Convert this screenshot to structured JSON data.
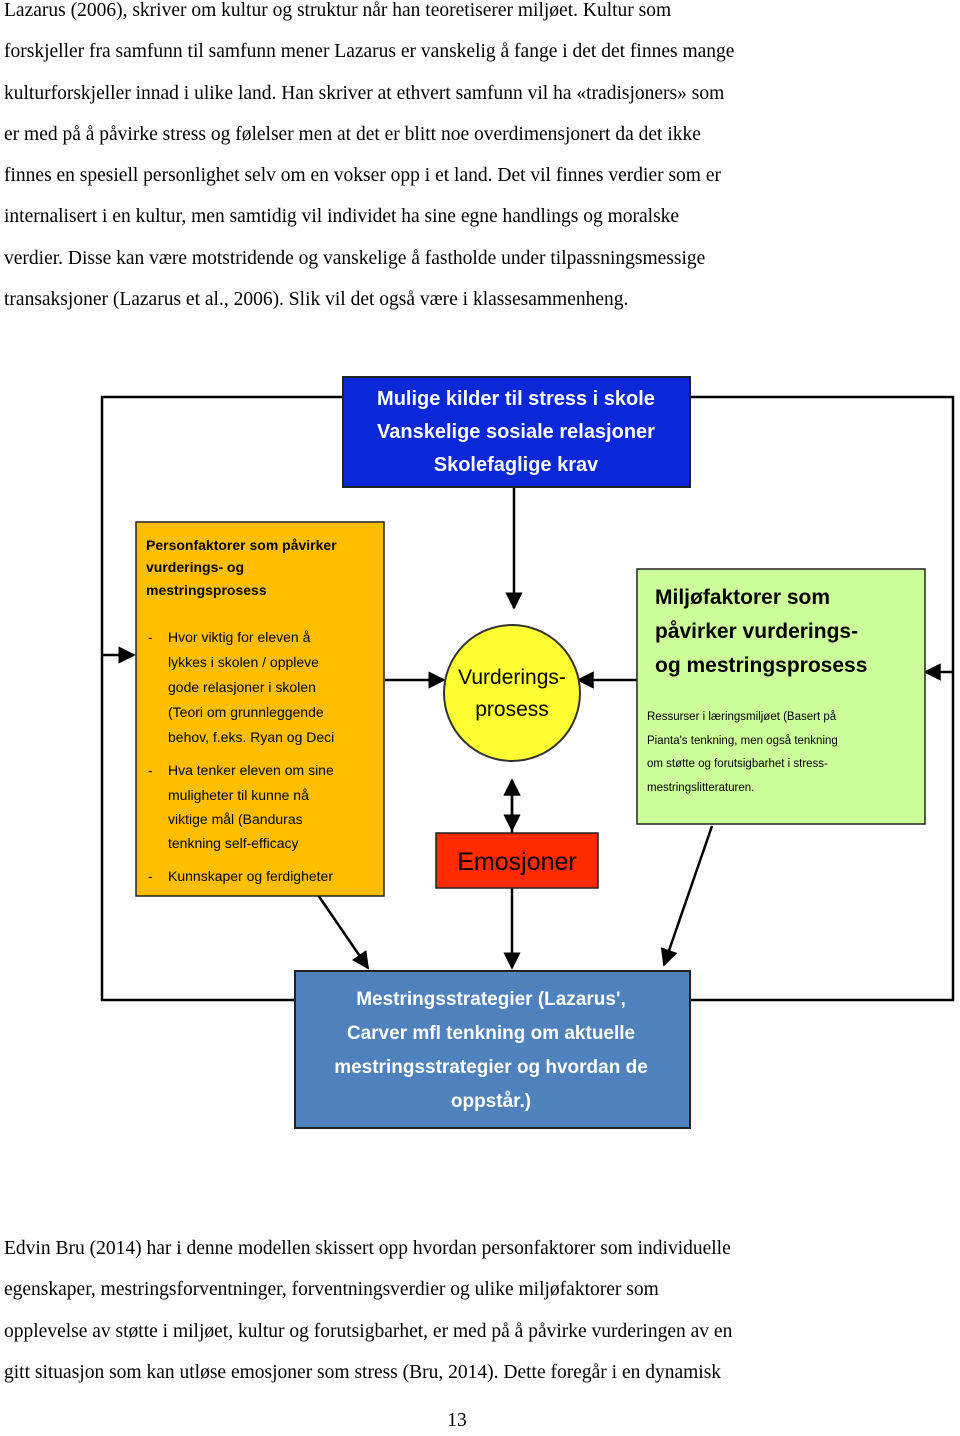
{
  "document": {
    "paragraph_top": [
      "Lazarus (2006), skriver om kultur og struktur når han teoretiserer miljøet. Kultur som",
      "forskjeller fra samfunn til samfunn mener Lazarus er vanskelig å fange i det det finnes mange",
      "kulturforskjeller innad i ulike land. Han skriver at ethvert samfunn vil ha «tradisjoners» som",
      "er med på å påvirke stress og følelser men at det er blitt noe overdimensjonert da det ikke",
      "finnes en spesiell personlighet selv om en vokser opp i et land. Det vil finnes verdier som er",
      "internalisert i en kultur, men samtidig vil individet ha sine egne handlings og moralske",
      "verdier. Disse kan være motstridende og vanskelige å fastholde under tilpassningsmessige",
      "transaksjoner (Lazarus et al., 2006). Slik vil det også være i klassesammenheng."
    ],
    "paragraph_bottom": [
      "Edvin Bru (2014) har i denne modellen skissert opp hvordan personfaktorer som individuelle",
      "egenskaper, mestringsforventninger, forventningsverdier og ulike miljøfaktorer som",
      "opplevelse av støtte i miljøet, kultur og forutsigbarhet, er med på å påvirke vurderingen av en",
      "gitt situasjon som kan utløse emosjoner som stress (Bru, 2014). Dette foregår i en dynamisk"
    ],
    "page_number": "13"
  },
  "diagram": {
    "top_box": {
      "color": "#0a27d8",
      "lines": [
        "Mulige kilder til stress i skole",
        "Vanskelige sosiale relasjoner",
        "Skolefaglige krav"
      ]
    },
    "left_box": {
      "color": "#ffbf00",
      "title_lines": [
        "Personfaktorer som påvirker",
        "vurderings- og",
        "mestringsprosess"
      ],
      "items": [
        {
          "bullet": "-",
          "lines": [
            "Hvor viktig for eleven å",
            "lykkes i skolen / oppleve",
            "gode relasjoner i skolen",
            "(Teori om grunnleggende",
            "behov, f.eks. Ryan og Deci"
          ]
        },
        {
          "bullet": "-",
          "lines": [
            "Hva tenker eleven om sine",
            "muligheter til kunne nå",
            "viktige mål (Banduras",
            "tenkning self-efficacy"
          ]
        },
        {
          "bullet": "-",
          "lines": [
            "Kunnskaper og ferdigheter"
          ]
        }
      ]
    },
    "right_box": {
      "color": "#ccff99",
      "title_lines": [
        "Miljøfaktorer som",
        "påvirker vurderings-",
        "og mestringsprosess"
      ],
      "body_lines": [
        "Ressurser i læringsmiljøet (Basert på",
        "Pianta's tenkning, men også tenkning",
        "om støtte og forutsigbarhet i stress-",
        "mestringslitteraturen."
      ]
    },
    "center_circle": {
      "color": "#ffff33",
      "lines": [
        "Vurderings-",
        "prosess"
      ]
    },
    "emotions_box": {
      "color": "#ff2a00",
      "label": "Emosjoner"
    },
    "bottom_box": {
      "color": "#4f81bd",
      "lines": [
        "Mestringsstrategier (Lazarus',",
        "Carver mfl tenkning om aktuelle",
        "mestringsstrategier og hvordan de",
        "oppstår.)"
      ]
    }
  }
}
